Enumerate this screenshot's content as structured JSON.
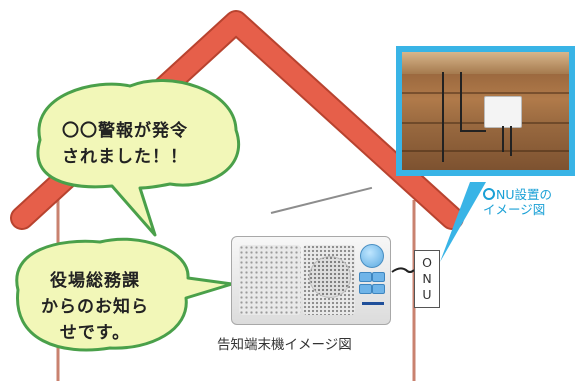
{
  "bubbles": {
    "top": {
      "line1": "〇〇警報が発令",
      "line2": "されました！！"
    },
    "bottom": {
      "line1": "役場総務課",
      "line2": "からのお知ら",
      "line3": "せです。"
    }
  },
  "onu_box": {
    "letters": [
      "O",
      "N",
      "U"
    ]
  },
  "photo": {
    "caption_line1": "NU設置の",
    "caption_line2": "イメージ図"
  },
  "radio": {
    "caption": "告知端末機イメージ図"
  },
  "colors": {
    "roof": "#e65f4a",
    "roof_outline": "#b8432f",
    "bubble_fill": "#f2f7b8",
    "bubble_stroke": "#4aa04a",
    "photo_border": "#39b4e6",
    "wall": "#c9826f"
  },
  "icons": {
    "radio": "radio-terminal-icon",
    "onu_photo": "onu-photo-icon"
  }
}
